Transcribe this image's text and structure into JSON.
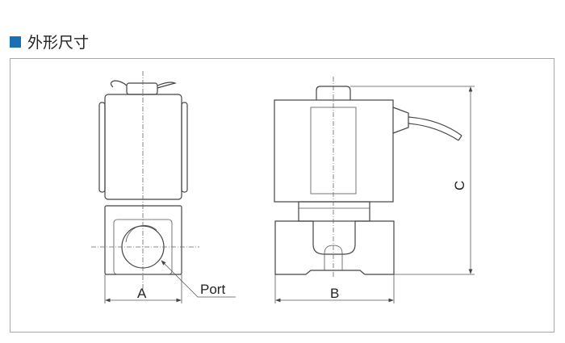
{
  "header": {
    "title": "外形尺寸",
    "accent_color": "#1a6fb5"
  },
  "diagram": {
    "labels": {
      "a": "A",
      "b": "B",
      "c": "C",
      "port": "Port"
    }
  }
}
